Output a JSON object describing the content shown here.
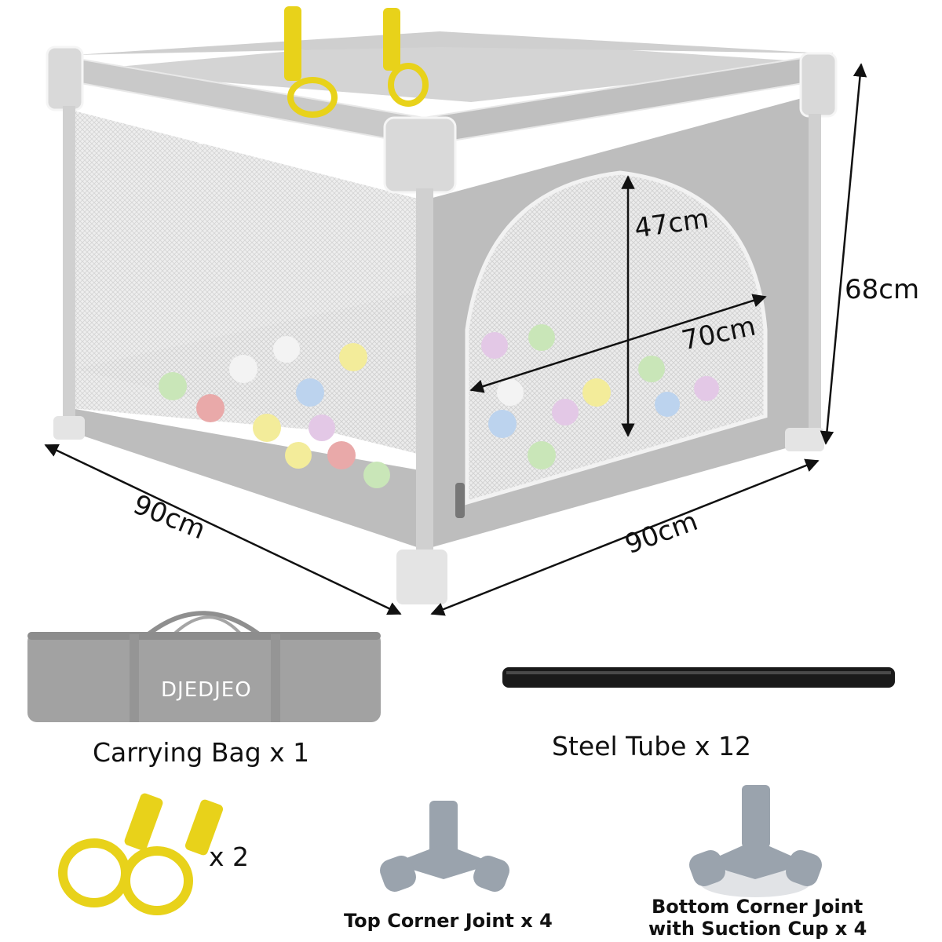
{
  "brand": "DJEDJEO",
  "dimensions": {
    "height_total": "68cm",
    "door_height": "47cm",
    "door_width": "70cm",
    "side_left": "90cm",
    "side_right": "90cm"
  },
  "accessories": {
    "bag_label": "Carrying Bag x 1",
    "tube_label": "Steel Tube x 12",
    "rings_label": "x 2",
    "top_joint_label": "Top Corner Joint x 4",
    "bottom_joint_line1": "Bottom Corner Joint",
    "bottom_joint_line2": "with Suction Cup x 4"
  },
  "colors": {
    "frame_gray": "#c4c4c4",
    "fabric_gray": "#b3b3b3",
    "mesh": "#e6e6e6",
    "ring_yellow": "#e8d21a",
    "tube_black": "#1a1a1a"
  }
}
